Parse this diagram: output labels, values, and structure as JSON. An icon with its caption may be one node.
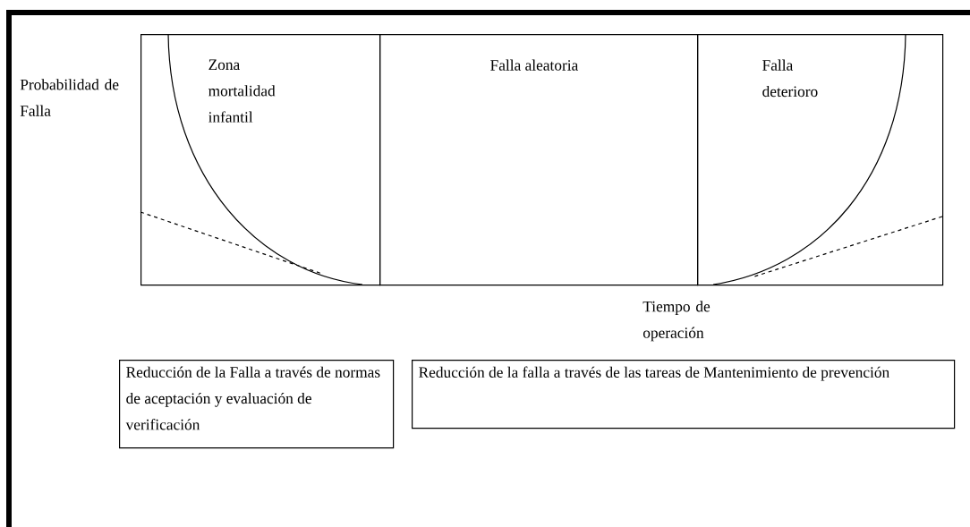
{
  "diagram": {
    "nodes": [
      {
        "text": [
          "Zona mortalidad infantil"
        ]
      },
      {
        "text": [
          "Falla aleatoria"
        ]
      },
      {
        "text": [
          "Falla deterioro"
        ]
      },
      {
        "text": [
          "Reducción de la Falla a través de normas de aceptación y evaluación de verificación"
        ]
      },
      {
        "text": [
          "Reducción de la falla a través de las tareas de Mantenimiento de prevención"
        ]
      }
    ],
    "edges": [],
    "labels": [
      "Probabilidad de Falla",
      "Tiempo de operación"
    ]
  }
}
